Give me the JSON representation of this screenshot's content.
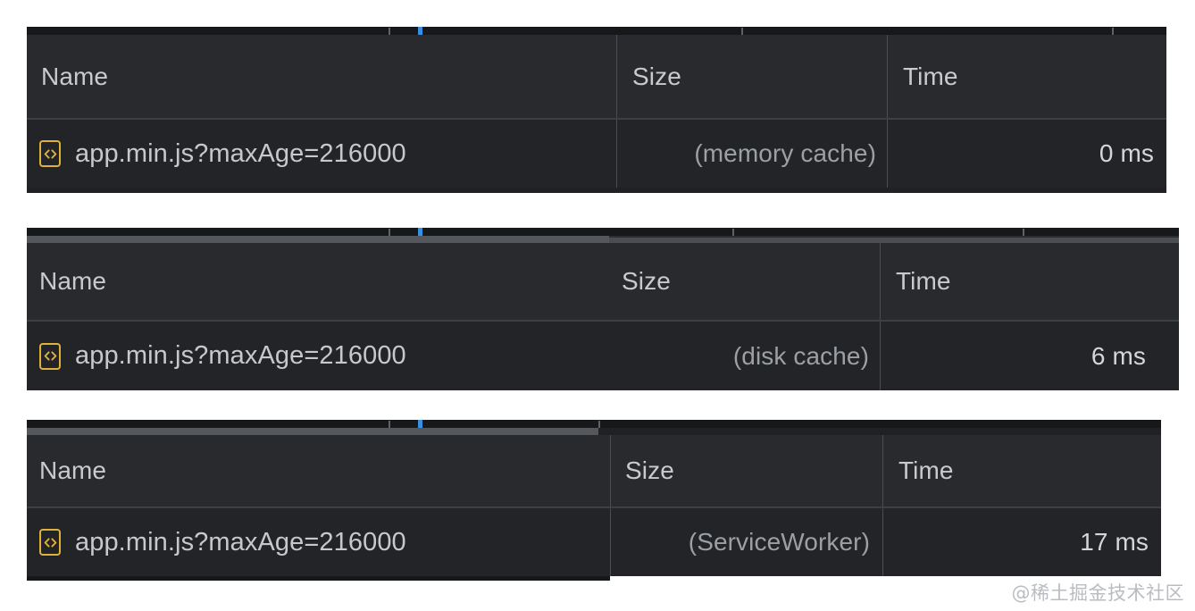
{
  "page": {
    "background": "#ffffff",
    "panel_background": "#202124",
    "header_background": "#282a2e",
    "row_background": "#232427",
    "text_color": "#c6c9cc",
    "dim_text_color": "#9aa0a6",
    "divider_color": "#4a4d51",
    "icon_accent": "#e0b23c",
    "timeline_marker_color": "#3b8fe0"
  },
  "columns": {
    "name": "Name",
    "size": "Size",
    "time": "Time"
  },
  "panels": [
    {
      "id": "memory-cache",
      "columns": {
        "name": "Name",
        "size": "Size",
        "time": "Time"
      },
      "row": {
        "icon": "js-file-icon",
        "name": "app.min.js?maxAge=216000",
        "size": "(memory cache)",
        "time": "0 ms"
      }
    },
    {
      "id": "disk-cache",
      "columns": {
        "name": "Name",
        "size": "Size",
        "time": "Time"
      },
      "row": {
        "icon": "js-file-icon",
        "name": "app.min.js?maxAge=216000",
        "size": "(disk cache)",
        "time": "6 ms"
      }
    },
    {
      "id": "service-worker",
      "columns": {
        "name": "Name",
        "size": "Size",
        "time": "Time"
      },
      "row": {
        "icon": "js-file-icon",
        "name": "app.min.js?maxAge=216000",
        "size": "(ServiceWorker)",
        "time": "17 ms"
      }
    }
  ],
  "watermark": {
    "text": "@稀土掘金技术社区"
  }
}
